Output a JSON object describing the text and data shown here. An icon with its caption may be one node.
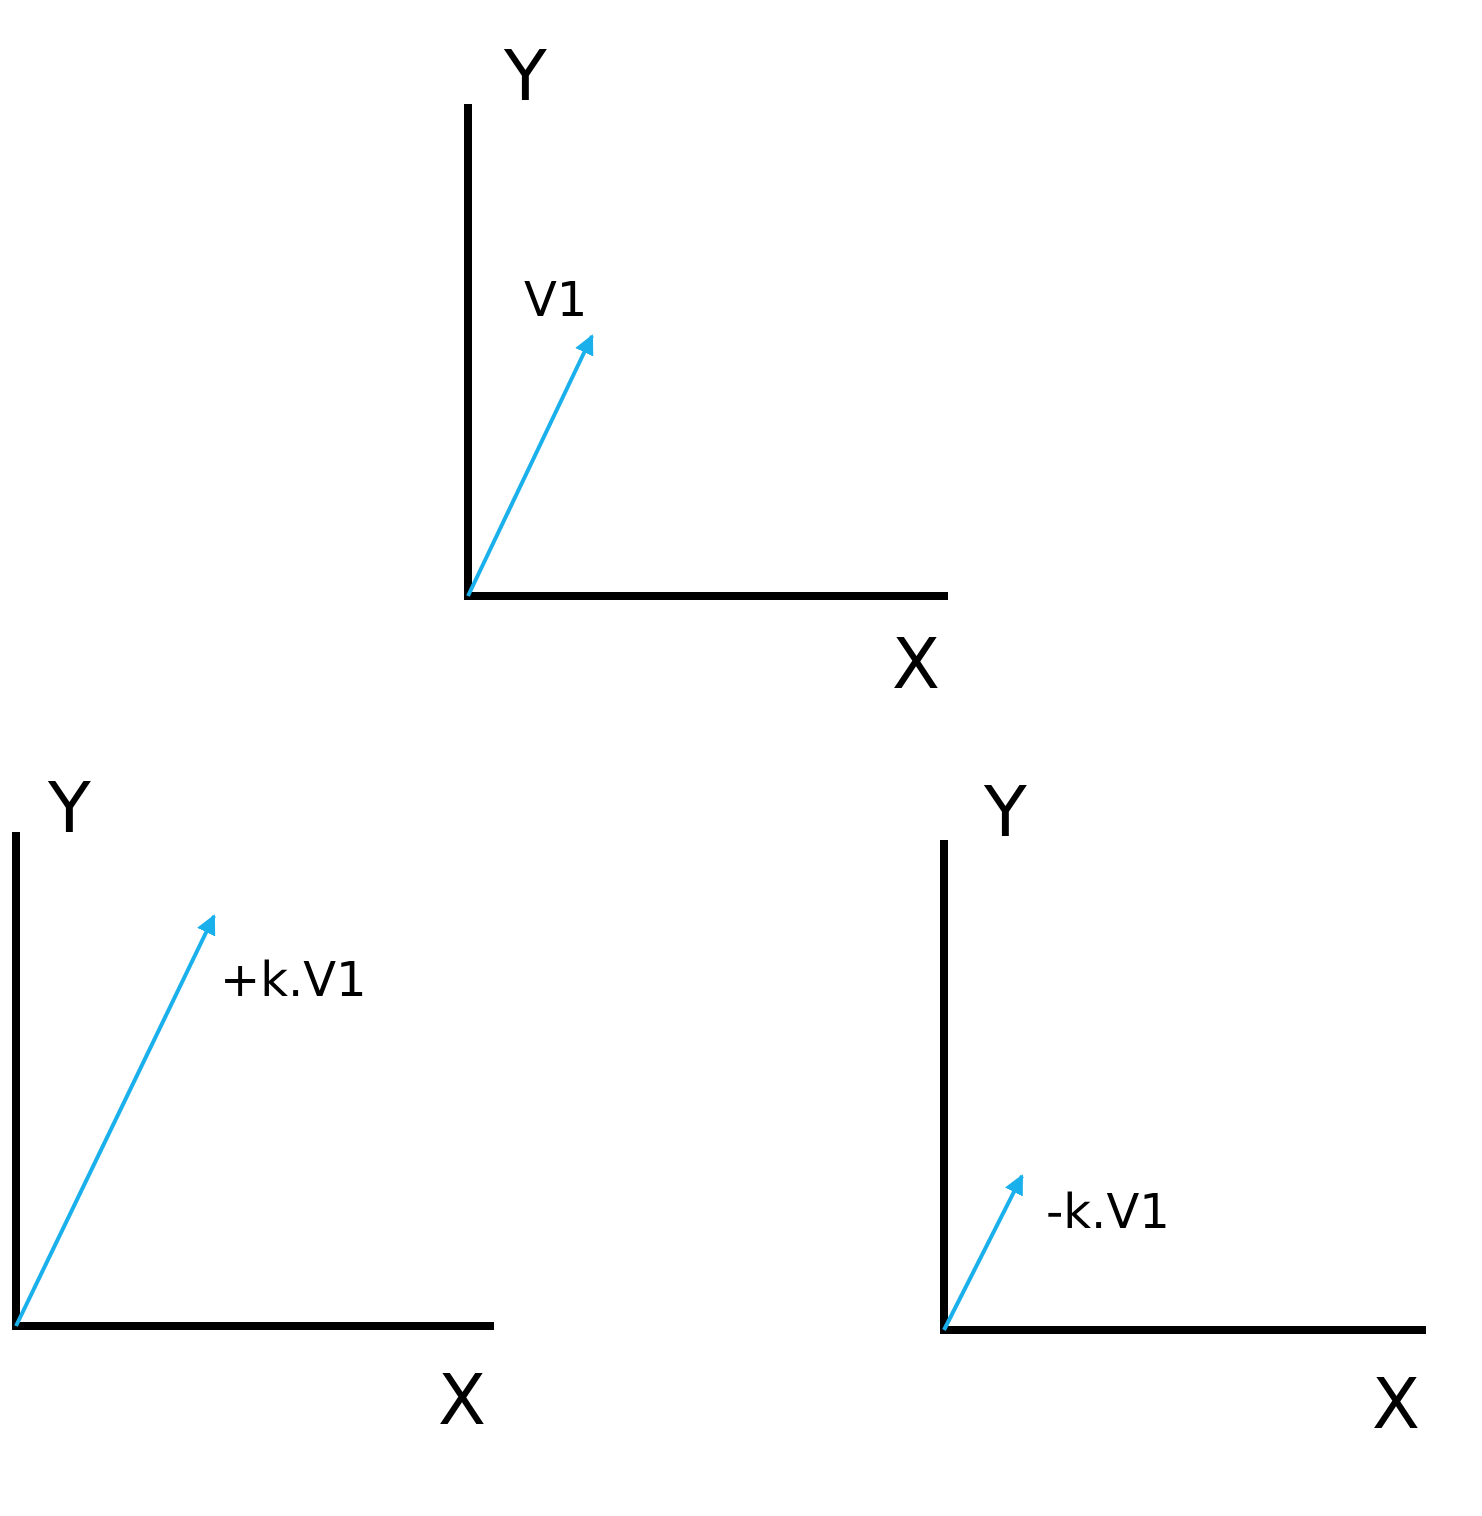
{
  "diagram": {
    "labels": [
      "Y",
      "V1",
      "X",
      "Y",
      "+k.V1",
      "X",
      "Y",
      "-k.V1",
      "X"
    ]
  }
}
